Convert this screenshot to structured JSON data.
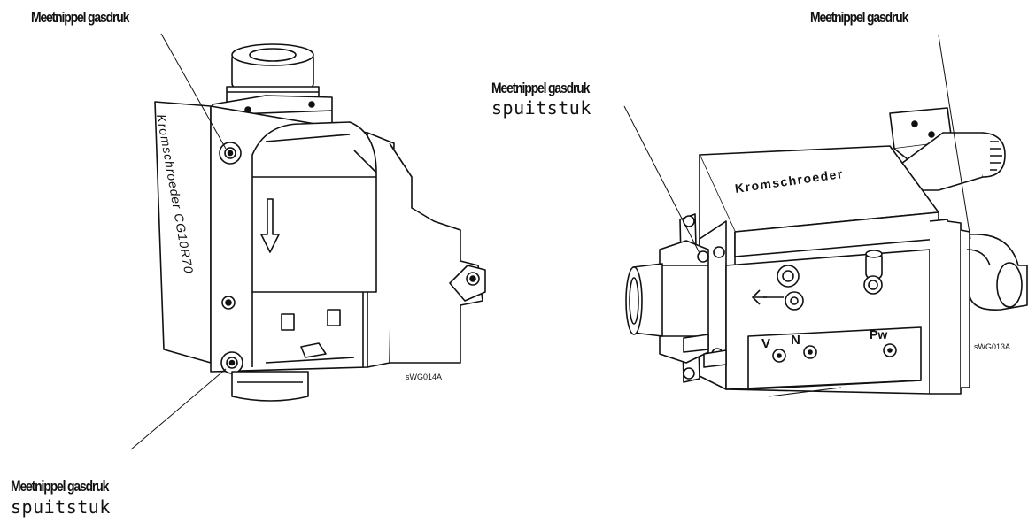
{
  "labels": {
    "top_left": "Meetnippel gasdruk",
    "top_right": "Meetnippel gasdruk",
    "mid_left_line1": "Meetnippel gasdruk",
    "mid_left_line2": "spuitstuk",
    "bottom_left_line1": "Meetnippel gasdruk",
    "bottom_left_line2": "spuitstuk"
  },
  "left_device": {
    "brand": "Kromschroeder CG10R70",
    "code": "sWG014A"
  },
  "right_device": {
    "brand": "Kromschroeder",
    "code": "sWG013A",
    "marks": {
      "v": "V",
      "n": "N",
      "pw": "Pw"
    }
  }
}
